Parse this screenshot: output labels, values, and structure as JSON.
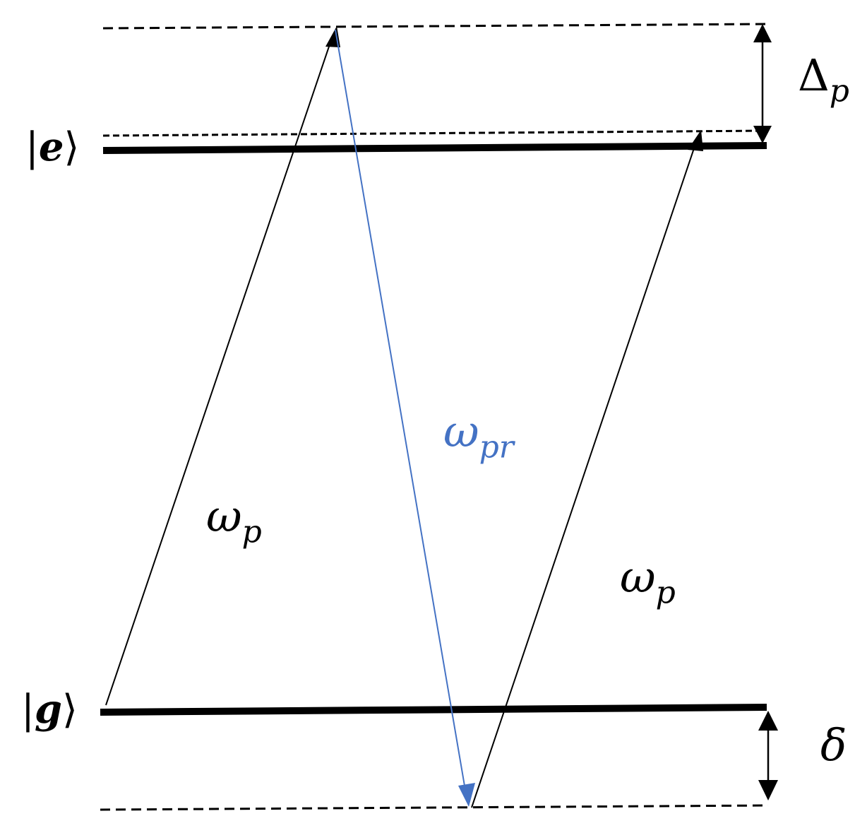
{
  "labels": {
    "excited_state": "e",
    "ground_state": "g",
    "pump_left_symbol": "ω",
    "pump_left_sub": "p",
    "pump_right_symbol": "ω",
    "pump_right_sub": "p",
    "probe_symbol": "ω",
    "probe_sub": "pr",
    "detuning_pump_symbol": "Δ",
    "detuning_pump_sub": "p",
    "two_photon_detuning": "δ"
  },
  "colors": {
    "level_line": "#000000",
    "pump_arrow": "#000000",
    "probe_arrow": "#4472C4",
    "probe_label": "#4472C4",
    "background": "#ffffff"
  }
}
